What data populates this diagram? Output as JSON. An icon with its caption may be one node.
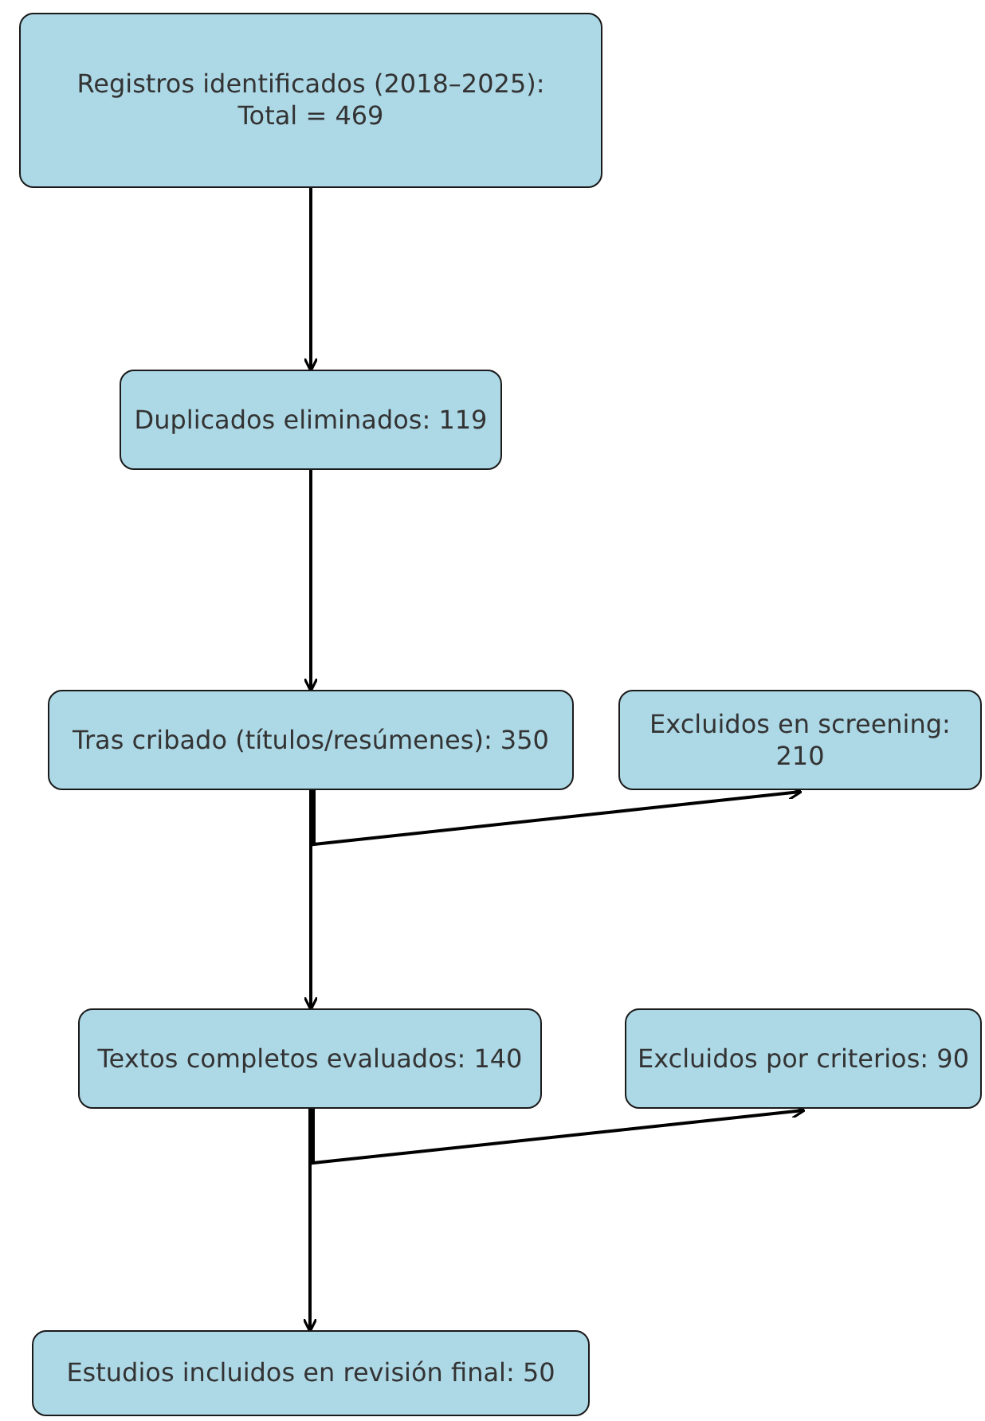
{
  "diagram": {
    "nodes": [
      {
        "text": [
          "Registros identificados (2018–2025):",
          "Total = 469"
        ]
      },
      {
        "text": [
          "Duplicados eliminados: 119"
        ]
      },
      {
        "text": [
          "Tras cribado (títulos/resúmenes): 350"
        ]
      },
      {
        "text": [
          "Excluidos en screening: 210"
        ]
      },
      {
        "text": [
          "Textos completos evaluados: 140"
        ]
      },
      {
        "text": [
          "Excluidos por criterios: 90"
        ]
      },
      {
        "text": [
          "Estudios incluidos en revisión final: 50"
        ]
      }
    ],
    "edges": [
      {
        "from": 0,
        "to": 1,
        "arrow": "to"
      },
      {
        "from": 1,
        "to": 2,
        "arrow": "to"
      },
      {
        "from": 2,
        "to": 3,
        "arrow": "to"
      },
      {
        "from": 2,
        "to": 4,
        "arrow": "to"
      },
      {
        "from": 4,
        "to": 5,
        "arrow": "to"
      },
      {
        "from": 4,
        "to": 6,
        "arrow": "to"
      }
    ]
  }
}
